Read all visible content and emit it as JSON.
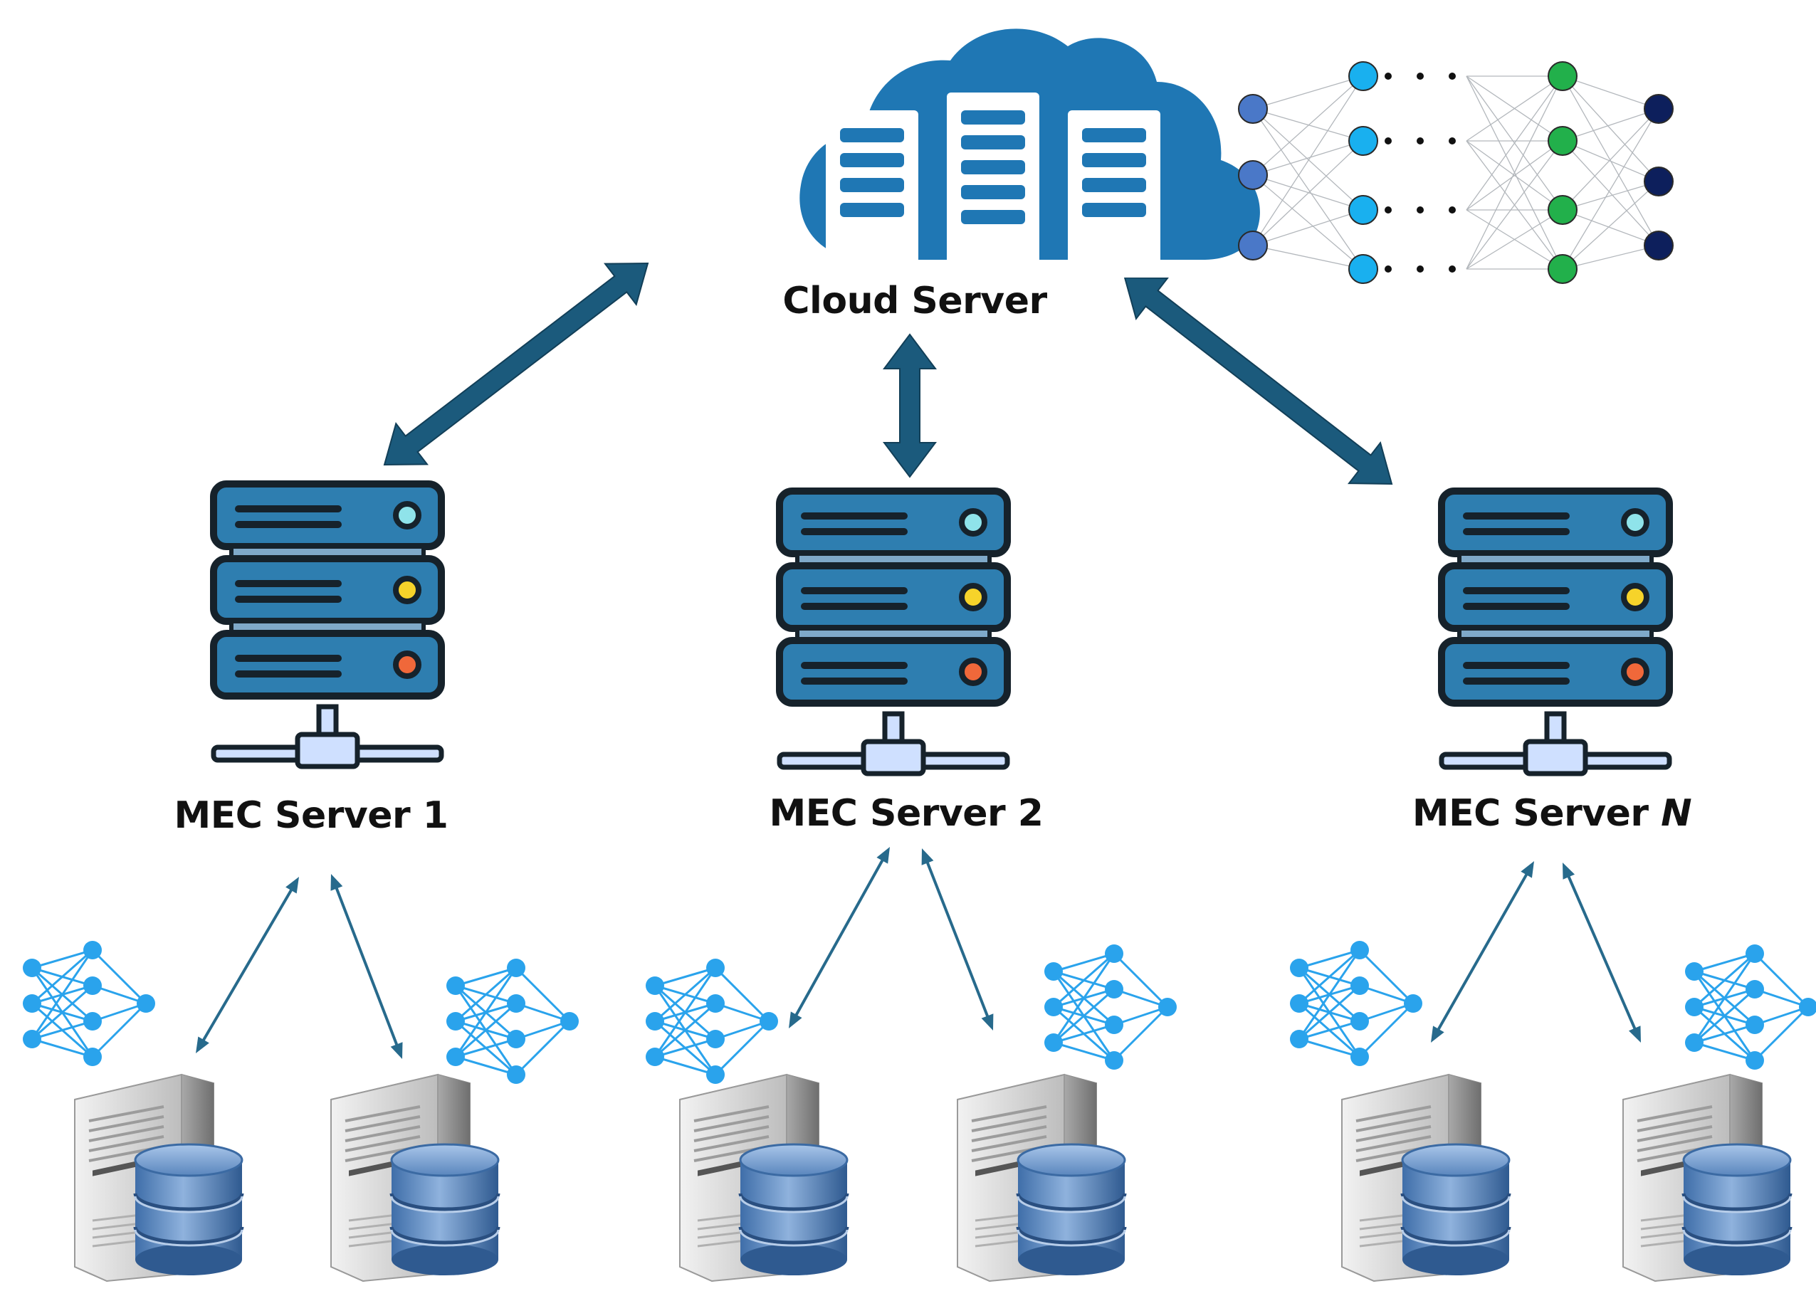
{
  "cloud": {
    "label": "Cloud Server"
  },
  "mec_servers": [
    {
      "label": "MEC Server 1",
      "suffix": ""
    },
    {
      "label": "MEC Server 2",
      "suffix": ""
    },
    {
      "label": "MEC Server ",
      "suffix": "N"
    }
  ],
  "colors": {
    "thick_arrow": "#1b5a7c",
    "thin_arrow": "#276a8c",
    "cloud_blue": "#1f77b4",
    "server_blue": "#2e7eb0",
    "server_outline": "#16222b",
    "led_cyan": "#8fe3ea",
    "led_yellow": "#f6d32a",
    "led_orange": "#f0683a",
    "nn_input": "#4a78c8",
    "nn_hidden1": "#19b0ef",
    "nn_hidden2": "#22b04b",
    "nn_output": "#0d1f5c",
    "mini_nn": "#2aa3ec",
    "db_blue": "#5580b5",
    "tower_gray": "#d9d9d9"
  },
  "icons": {
    "cloud": "cloud-server-icon",
    "mec": "rack-server-icon",
    "device": "tower-server-database-icon",
    "nn": "neural-network-icon"
  }
}
